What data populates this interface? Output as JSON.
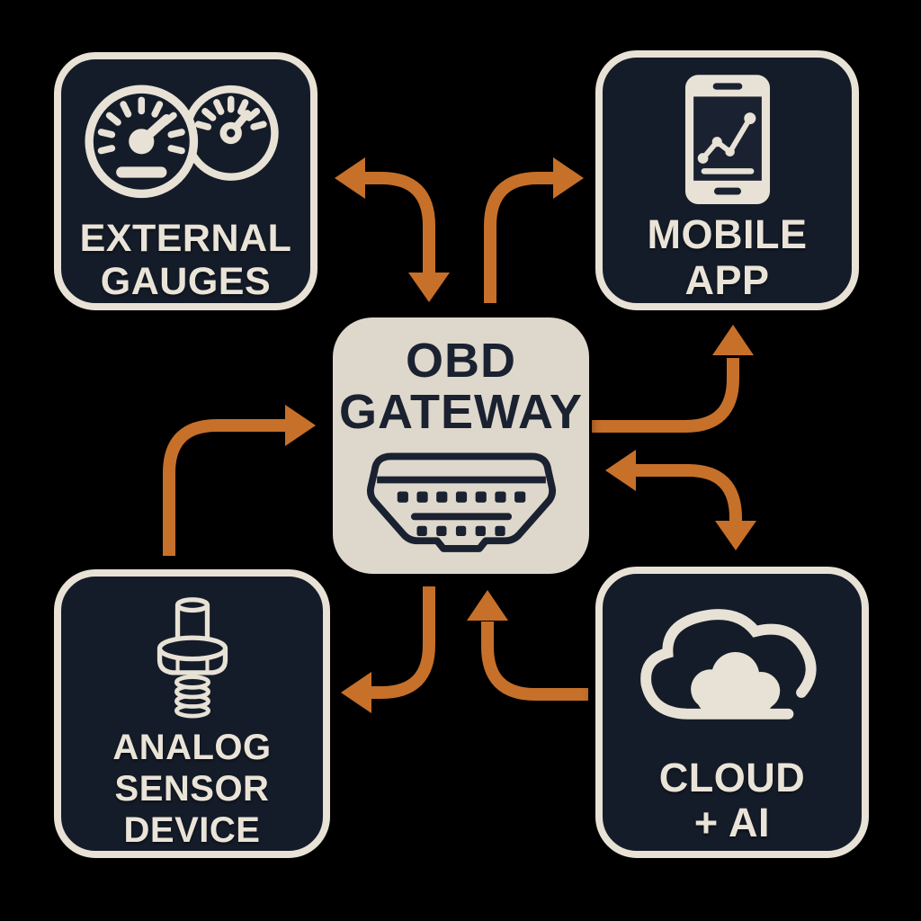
{
  "title": "OBD Gateway connectivity diagram",
  "colors": {
    "background": "#000000",
    "node_dark": "#151c29",
    "node_light": "#ded8cc",
    "stroke_cream": "#e8e2d6",
    "text_cream": "#eae4d8",
    "text_dark": "#1a2130",
    "arrow_orange": "#c6702a"
  },
  "nodes": {
    "external_gauges": {
      "label": "EXTERNAL\nGAUGES",
      "icon": "dual-gauges-icon"
    },
    "mobile_app": {
      "label": "MOBILE APP",
      "icon": "smartphone-chart-icon"
    },
    "obd_gateway": {
      "label": "OBD\nGATEWAY",
      "icon": "obd-connector-icon"
    },
    "analog_sensor": {
      "label": "ANALOG\nSENSOR\nDEVICE",
      "icon": "threaded-sensor-icon"
    },
    "cloud_ai": {
      "label": "CLOUD\n+ AI",
      "icon": "cloud-icon"
    }
  },
  "connections": [
    {
      "from": "obd_gateway",
      "to": "external_gauges",
      "bidirectional": true,
      "route": "top-left-elbow"
    },
    {
      "from": "obd_gateway",
      "to": "mobile_app",
      "bidirectional": false,
      "route": "top-right-elbow"
    },
    {
      "from": "obd_gateway",
      "to": "mobile_app",
      "bidirectional": false,
      "route": "right-up-elbow"
    },
    {
      "from": "obd_gateway",
      "to": "cloud_ai",
      "bidirectional": true,
      "route": "right-down-elbow"
    },
    {
      "from": "analog_sensor",
      "to": "obd_gateway",
      "bidirectional": false,
      "route": "left-up-elbow"
    },
    {
      "from": "obd_gateway",
      "to": "analog_sensor",
      "bidirectional": false,
      "route": "bottom-left-elbow"
    },
    {
      "from": "cloud_ai",
      "to": "obd_gateway",
      "bidirectional": false,
      "route": "bottom-up-elbow"
    }
  ]
}
